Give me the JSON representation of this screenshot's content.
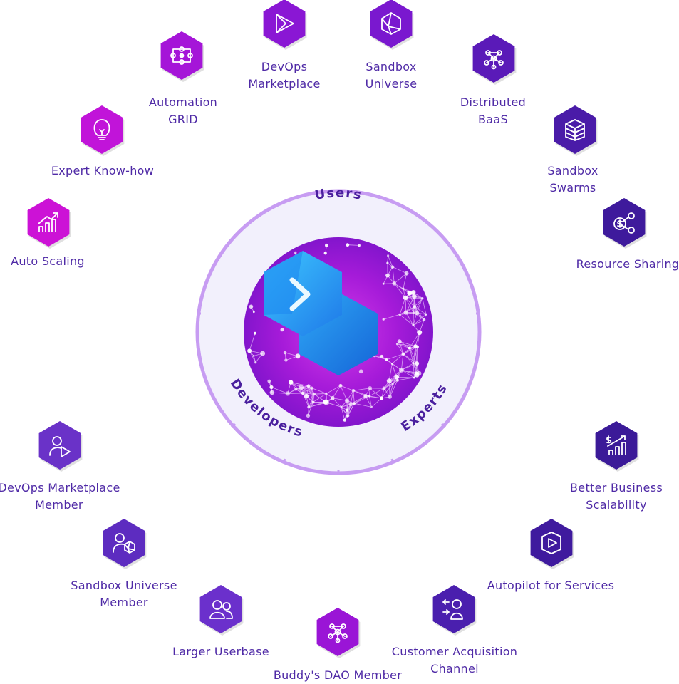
{
  "center": {
    "ring_labels": {
      "top": "Users",
      "left": "Developers",
      "right": "Experts"
    }
  },
  "nodes": [
    {
      "id": "devops-marketplace",
      "lines": [
        "DevOps",
        "Marketplace"
      ],
      "icon": "play-triangle-icon",
      "color": "#8a17d4"
    },
    {
      "id": "sandbox-universe",
      "lines": [
        "Sandbox",
        "Universe"
      ],
      "icon": "polyhedron-icon",
      "color": "#7a18cf"
    },
    {
      "id": "automation-grid",
      "lines": [
        "Automation",
        "GRID"
      ],
      "icon": "node-graph-icon",
      "color": "#a515d8"
    },
    {
      "id": "distributed-baas",
      "lines": [
        "Distributed",
        "BaaS"
      ],
      "icon": "network-cluster-icon",
      "color": "#5a1ab8"
    },
    {
      "id": "expert-know-how",
      "lines": [
        "Expert Know-how"
      ],
      "icon": "lightbulb-icon",
      "color": "#c114d9"
    },
    {
      "id": "sandbox-swarms",
      "lines": [
        "Sandbox",
        "Swarms"
      ],
      "icon": "layered-cubes-icon",
      "color": "#4a1ba8"
    },
    {
      "id": "auto-scaling",
      "lines": [
        "Auto Scaling"
      ],
      "icon": "growth-chart-icon",
      "color": "#cc12d6"
    },
    {
      "id": "resource-sharing",
      "lines": [
        "Resource Sharing"
      ],
      "icon": "dollar-share-icon",
      "color": "#3e1a9c"
    },
    {
      "id": "devops-marketplace-member",
      "lines": [
        "DevOps Marketplace",
        "Member"
      ],
      "icon": "user-play-icon",
      "color": "#6a32c8"
    },
    {
      "id": "better-business-scalability",
      "lines": [
        "Better Business",
        "Scalability"
      ],
      "icon": "dollar-growth-chart-icon",
      "color": "#3b1a98"
    },
    {
      "id": "sandbox-universe-member",
      "lines": [
        "Sandbox Universe",
        "Member"
      ],
      "icon": "user-polyhedron-icon",
      "color": "#5d2cc0"
    },
    {
      "id": "autopilot-for-services",
      "lines": [
        "Autopilot for Services"
      ],
      "icon": "play-circle-icon",
      "color": "#3f1a9e"
    },
    {
      "id": "larger-userbase",
      "lines": [
        "Larger Userbase"
      ],
      "icon": "users-icon",
      "color": "#6b30cc"
    },
    {
      "id": "customer-acquisition-channel",
      "lines": [
        "Customer Acquisition",
        "Channel"
      ],
      "icon": "user-arrows-icon",
      "color": "#4a1fae"
    },
    {
      "id": "buddys-dao-member",
      "lines": [
        "Buddy's DAO Member"
      ],
      "icon": "network-cluster-icon",
      "color": "#9a15d6"
    }
  ]
}
